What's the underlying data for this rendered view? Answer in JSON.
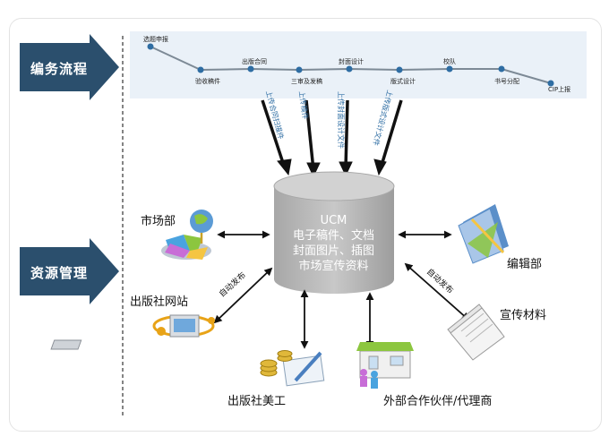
{
  "sections": {
    "workflow": "编务流程",
    "resources": "资源管理"
  },
  "workflow_steps": [
    "选题申报",
    "验收稿件",
    "出版合同",
    "三审及发稿",
    "封面设计",
    "版式设计",
    "校队",
    "书号分配",
    "CIP上报"
  ],
  "upload_labels": [
    "上传合同扫描件",
    "上传稿件",
    "上传封面设计文件",
    "上传版式设计文件"
  ],
  "ucm": {
    "title": "UCM",
    "line1": "电子稿件、文档",
    "line2": "封面图片、插图",
    "line3": "市场宣传资料"
  },
  "nodes": {
    "market": "市场部",
    "website": "出版社网站",
    "editorial": "编辑部",
    "promo": "宣传材料",
    "art": "出版社美工",
    "partners": "外部合作伙伴/代理商"
  },
  "auto_publish": "自动发布",
  "colors": {
    "arrow_fill": "#2b4f6d",
    "cylinder": "#b9b9b9",
    "band": "#eaf1f8",
    "node_dot": "#2e6da3",
    "upload_text": "#2e6da3"
  }
}
